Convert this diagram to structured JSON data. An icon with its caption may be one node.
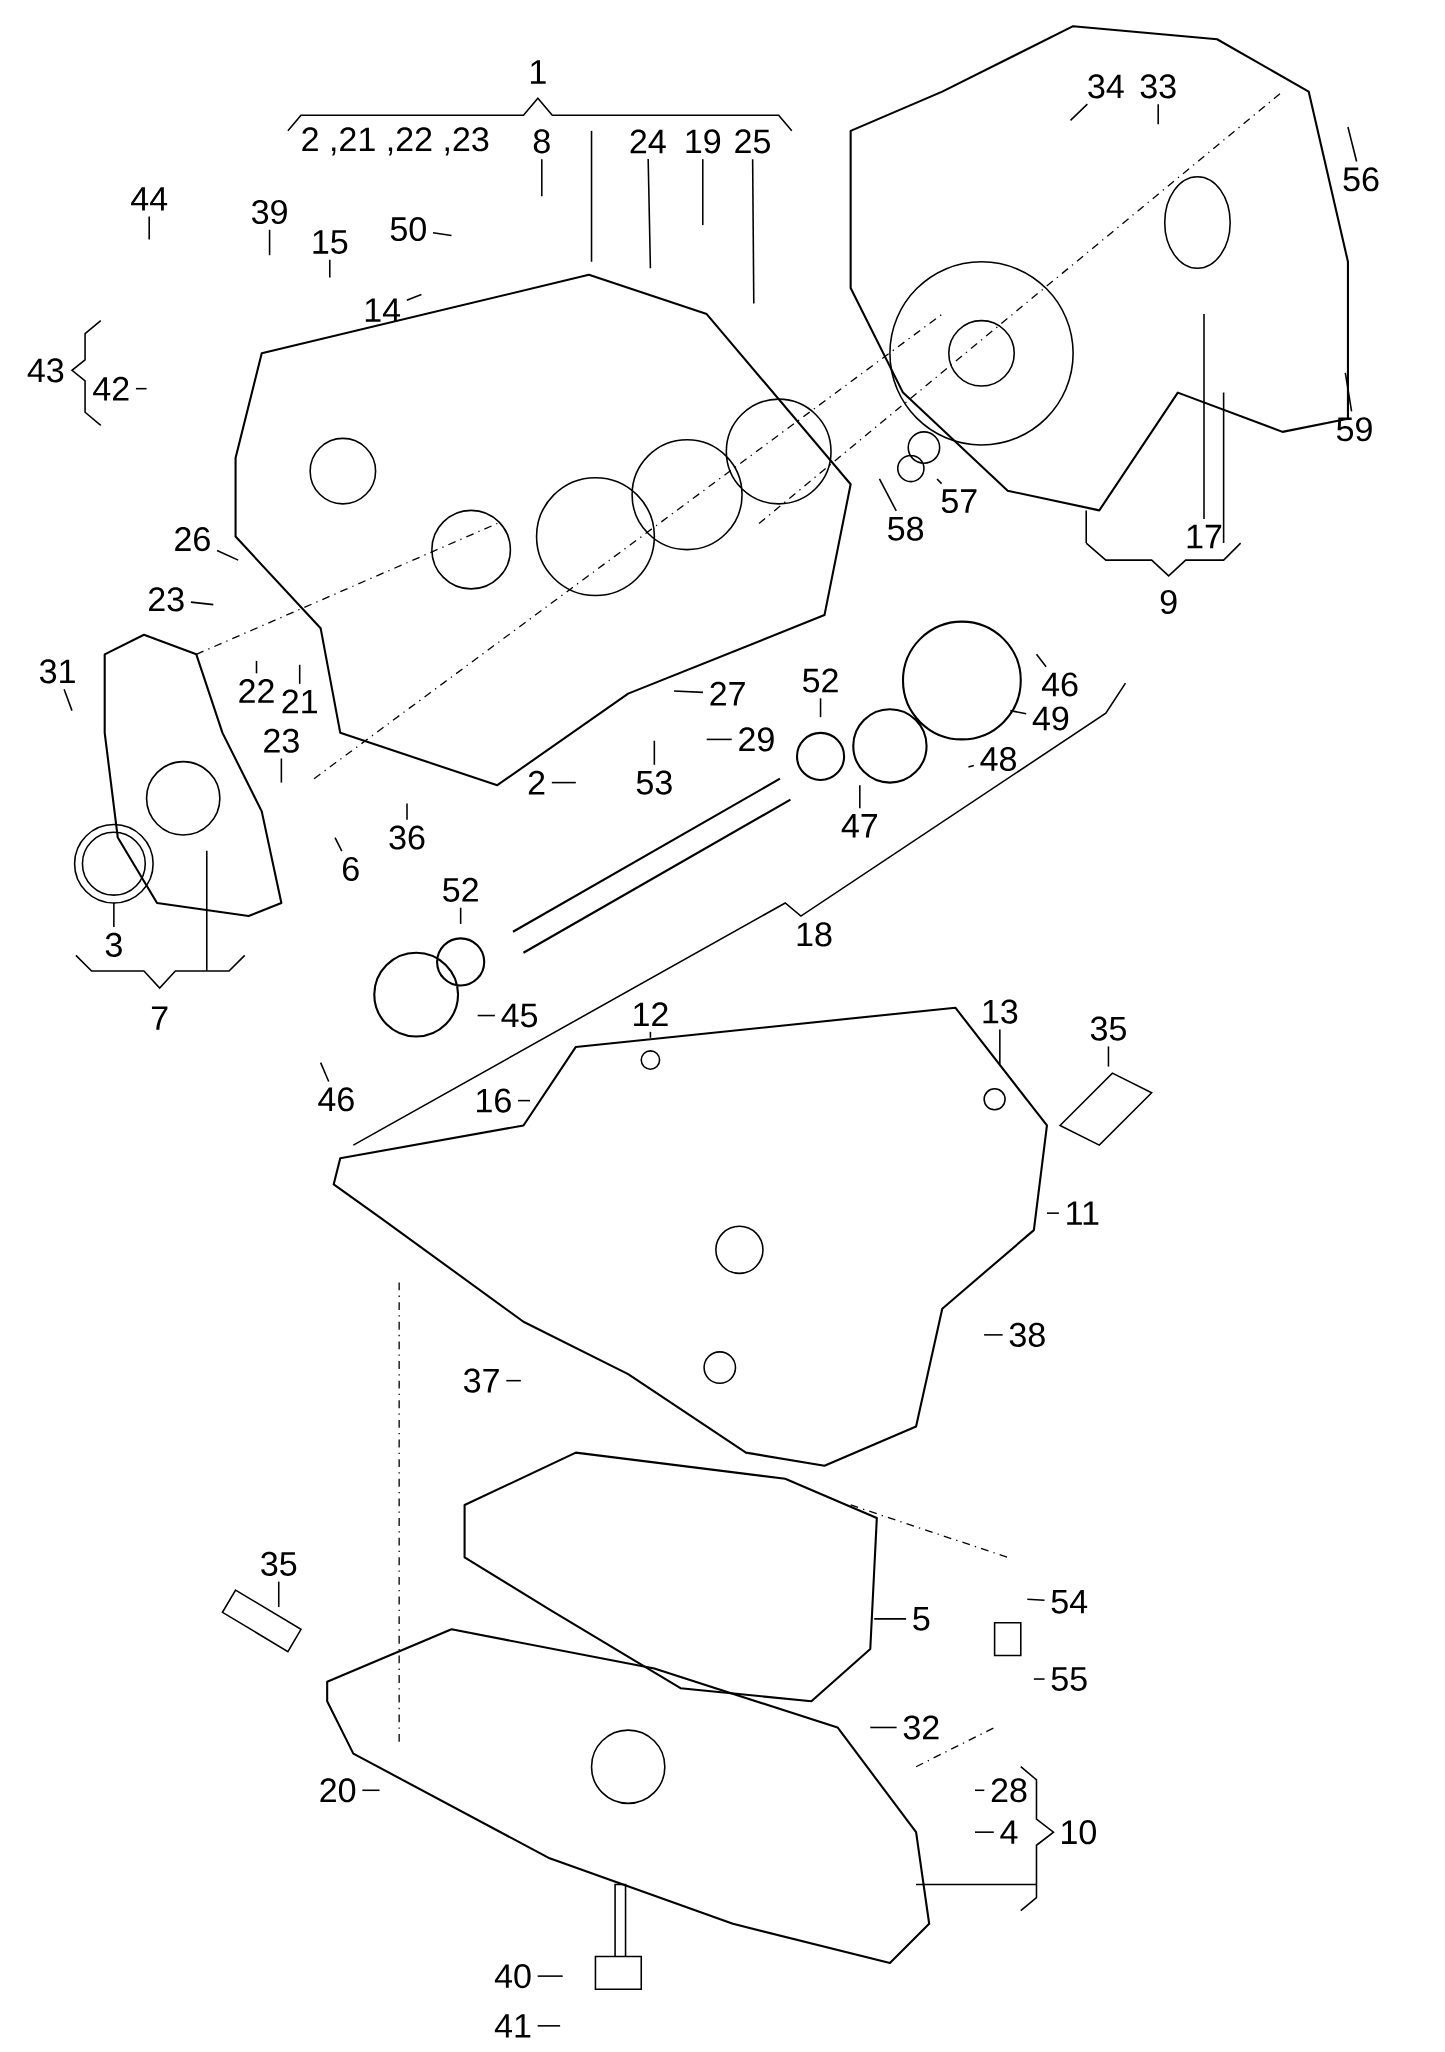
{
  "diagram": {
    "nodes": [
      {
        "text": [
          "8"
        ]
      },
      {
        "text": [
          "24"
        ]
      },
      {
        "text": [
          "19"
        ]
      },
      {
        "text": [
          "25"
        ]
      },
      {
        "text": [
          "34"
        ]
      },
      {
        "text": [
          "33"
        ]
      },
      {
        "text": [
          "44"
        ]
      },
      {
        "text": [
          "39"
        ]
      },
      {
        "text": [
          "15"
        ]
      },
      {
        "text": [
          "50"
        ]
      },
      {
        "text": [
          "56"
        ]
      },
      {
        "text": [
          "14"
        ]
      },
      {
        "text": [
          "42"
        ]
      },
      {
        "text": [
          "59"
        ]
      },
      {
        "text": [
          "57"
        ]
      },
      {
        "text": [
          "17"
        ]
      },
      {
        "text": [
          "58"
        ]
      },
      {
        "text": [
          "26"
        ]
      },
      {
        "text": [
          "23"
        ]
      },
      {
        "text": [
          "31"
        ]
      },
      {
        "text": [
          "46"
        ]
      },
      {
        "text": [
          "22"
        ]
      },
      {
        "text": [
          "21"
        ]
      },
      {
        "text": [
          "27"
        ]
      },
      {
        "text": [
          "52"
        ]
      },
      {
        "text": [
          "49"
        ]
      },
      {
        "text": [
          "29"
        ]
      },
      {
        "text": [
          "23"
        ]
      },
      {
        "text": [
          "48"
        ]
      },
      {
        "text": [
          "2"
        ]
      },
      {
        "text": [
          "53"
        ]
      },
      {
        "text": [
          "47"
        ]
      },
      {
        "text": [
          "36"
        ]
      },
      {
        "text": [
          "6"
        ]
      },
      {
        "text": [
          "52"
        ]
      },
      {
        "text": [
          "3"
        ]
      },
      {
        "text": [
          "45"
        ]
      },
      {
        "text": [
          "12"
        ]
      },
      {
        "text": [
          "13"
        ]
      },
      {
        "text": [
          "35"
        ]
      },
      {
        "text": [
          "46"
        ]
      },
      {
        "text": [
          "16"
        ]
      },
      {
        "text": [
          "11"
        ]
      },
      {
        "text": [
          "38"
        ]
      },
      {
        "text": [
          "37"
        ]
      },
      {
        "text": [
          "35"
        ]
      },
      {
        "text": [
          "54"
        ]
      },
      {
        "text": [
          "5"
        ]
      },
      {
        "text": [
          "55"
        ]
      },
      {
        "text": [
          "32"
        ]
      },
      {
        "text": [
          "20"
        ]
      },
      {
        "text": [
          "28"
        ]
      },
      {
        "text": [
          "4"
        ]
      },
      {
        "text": [
          "40"
        ]
      },
      {
        "text": [
          "41"
        ]
      }
    ],
    "edges": [
      {
        "from": 0,
        "to": null,
        "arrow": "none"
      },
      {
        "from": 1,
        "to": null,
        "arrow": "none"
      },
      {
        "from": 2,
        "to": null,
        "arrow": "none"
      },
      {
        "from": 3,
        "to": null,
        "arrow": "none"
      },
      {
        "from": 4,
        "to": null,
        "arrow": "none"
      },
      {
        "from": 5,
        "to": null,
        "arrow": "none"
      },
      {
        "from": 6,
        "to": null,
        "arrow": "none"
      },
      {
        "from": 7,
        "to": null,
        "arrow": "none"
      },
      {
        "from": 8,
        "to": null,
        "arrow": "none"
      },
      {
        "from": 9,
        "to": null,
        "arrow": "none"
      },
      {
        "from": 10,
        "to": null,
        "arrow": "none"
      },
      {
        "from": 11,
        "to": null,
        "arrow": "none"
      },
      {
        "from": 12,
        "to": null,
        "arrow": "none"
      },
      {
        "from": 13,
        "to": null,
        "arrow": "none"
      },
      {
        "from": 14,
        "to": null,
        "arrow": "none"
      },
      {
        "from": 15,
        "to": null,
        "arrow": "none"
      },
      {
        "from": 16,
        "to": null,
        "arrow": "none"
      },
      {
        "from": 17,
        "to": null,
        "arrow": "none"
      },
      {
        "from": 18,
        "to": null,
        "arrow": "none"
      },
      {
        "from": 19,
        "to": null,
        "arrow": "none"
      },
      {
        "from": 20,
        "to": null,
        "arrow": "none"
      },
      {
        "from": 21,
        "to": null,
        "arrow": "none"
      },
      {
        "from": 22,
        "to": null,
        "arrow": "none"
      },
      {
        "from": 23,
        "to": null,
        "arrow": "none"
      },
      {
        "from": 24,
        "to": null,
        "arrow": "none"
      },
      {
        "from": 25,
        "to": null,
        "arrow": "none"
      },
      {
        "from": 26,
        "to": null,
        "arrow": "none"
      },
      {
        "from": 27,
        "to": null,
        "arrow": "none"
      },
      {
        "from": 28,
        "to": null,
        "arrow": "none"
      },
      {
        "from": 29,
        "to": null,
        "arrow": "none"
      },
      {
        "from": 30,
        "to": null,
        "arrow": "none"
      },
      {
        "from": 31,
        "to": null,
        "arrow": "none"
      },
      {
        "from": 32,
        "to": null,
        "arrow": "none"
      },
      {
        "from": 33,
        "to": null,
        "arrow": "none"
      },
      {
        "from": 34,
        "to": null,
        "arrow": "none"
      },
      {
        "from": 35,
        "to": null,
        "arrow": "none"
      },
      {
        "from": 36,
        "to": null,
        "arrow": "none"
      },
      {
        "from": 37,
        "to": null,
        "arrow": "none"
      },
      {
        "from": 38,
        "to": null,
        "arrow": "none"
      },
      {
        "from": 39,
        "to": null,
        "arrow": "none"
      },
      {
        "from": 40,
        "to": null,
        "arrow": "none"
      },
      {
        "from": 41,
        "to": null,
        "arrow": "none"
      },
      {
        "from": 42,
        "to": null,
        "arrow": "none"
      },
      {
        "from": 43,
        "to": null,
        "arrow": "none"
      },
      {
        "from": 44,
        "to": null,
        "arrow": "none"
      },
      {
        "from": 45,
        "to": null,
        "arrow": "none"
      },
      {
        "from": 46,
        "to": null,
        "arrow": "none"
      },
      {
        "from": 47,
        "to": null,
        "arrow": "none"
      },
      {
        "from": 48,
        "to": null,
        "arrow": "none"
      },
      {
        "from": 49,
        "to": null,
        "arrow": "none"
      },
      {
        "from": 50,
        "to": null,
        "arrow": "none"
      },
      {
        "from": 51,
        "to": null,
        "arrow": "none"
      },
      {
        "from": 52,
        "to": null,
        "arrow": "none"
      },
      {
        "from": 53,
        "to": null,
        "arrow": "none"
      },
      {
        "from": 54,
        "to": null,
        "arrow": "none"
      }
    ],
    "labels": [
      "1",
      "2 ,21 ,22 ,23",
      "43",
      "9",
      "7",
      "18",
      "10"
    ]
  }
}
